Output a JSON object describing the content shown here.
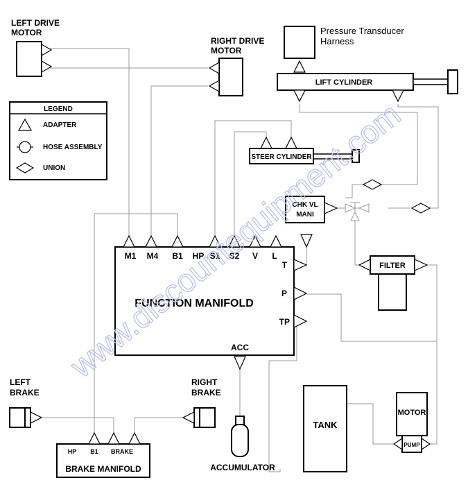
{
  "components": {
    "left_drive_motor": [
      "LEFT DRIVE",
      "MOTOR"
    ],
    "right_drive_motor": [
      "RIGHT DRIVE",
      "MOTOR"
    ],
    "pressure_transducer": [
      "Pressure Transducer",
      "Harness"
    ],
    "lift_cylinder": "LIFT CYLINDER",
    "steer_cylinder": "STEER CYLINDER",
    "chk_vl_mani": [
      "CHK VL",
      "MANI"
    ],
    "filter": "FILTER",
    "function_manifold": "FUNCTION MANIFOLD",
    "accumulator": "ACCUMULATOR",
    "tank": "TANK",
    "motor": "MOTOR",
    "pump": "PUMP",
    "left_brake": [
      "LEFT",
      "BRAKE"
    ],
    "right_brake": [
      "RIGHT",
      "BRAKE"
    ],
    "brake_manifold": "BRAKE MANIFOLD"
  },
  "legend": {
    "title": "LEGEND",
    "items": [
      {
        "symbol": "triangle",
        "label": "ADAPTER"
      },
      {
        "symbol": "circle",
        "label": "HOSE ASSEMBLY"
      },
      {
        "symbol": "diamond",
        "label": "UNION"
      }
    ]
  },
  "function_manifold_ports": {
    "top": [
      "M1",
      "M4",
      "B1",
      "HP",
      "S1",
      "S2",
      "V",
      "L"
    ],
    "right": [
      "T",
      "P",
      "TP"
    ],
    "bottom": "ACC"
  },
  "brake_manifold_ports": [
    "HP",
    "B1",
    "BRAKE"
  ],
  "watermark": "www.discountequipment.com"
}
